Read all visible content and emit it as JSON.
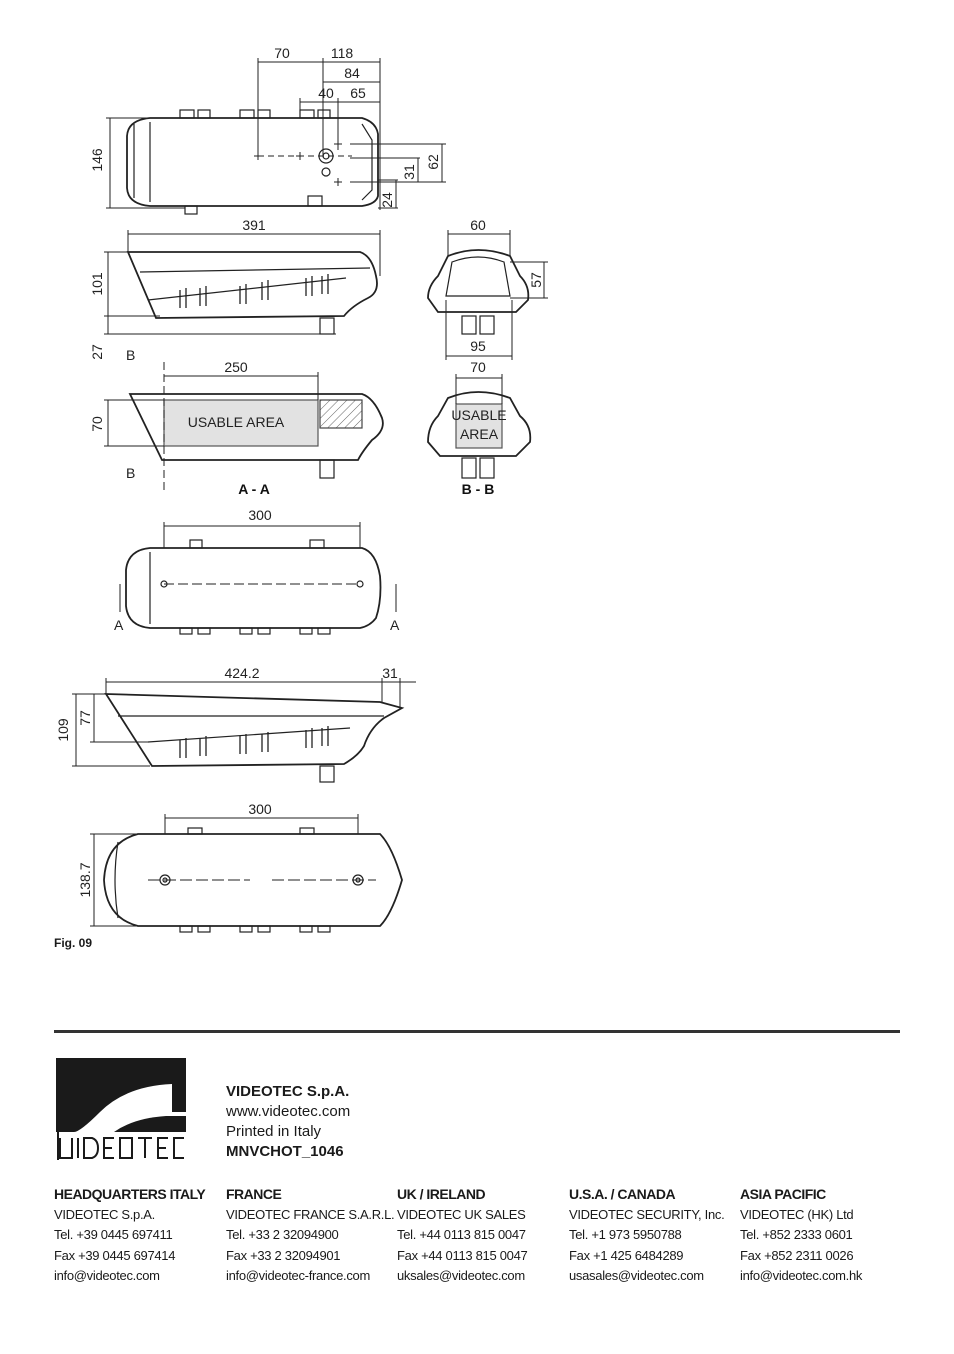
{
  "figure": {
    "caption": "Fig. 09",
    "dimensions": {
      "top_view": [
        "70",
        "118",
        "84",
        "40",
        "65",
        "146",
        "62",
        "31",
        "24"
      ],
      "side_view": [
        "391",
        "101",
        "27"
      ],
      "front_view": [
        "60",
        "57",
        "95"
      ],
      "section_aa": [
        "B",
        "250",
        "70",
        "B"
      ],
      "section_bb": [
        "70"
      ],
      "bottom_view": [
        "300",
        "A",
        "A"
      ],
      "side_view_2": [
        "424.2",
        "31",
        "109",
        "77"
      ],
      "top_view_2": [
        "300",
        "138.7"
      ]
    },
    "usable_area_aa": "USABLE AREA",
    "usable_area_bb_line1": "USABLE",
    "usable_area_bb_line2": "AREA",
    "section_labels": [
      "A - A",
      "B - B"
    ]
  },
  "company": {
    "logo_text": "VIDEOTEC",
    "name": "VIDEOTEC S.p.A.",
    "website": "www.videotec.com",
    "printed": "Printed in Italy",
    "code": "MNVCHOT_1046"
  },
  "offices": [
    {
      "region": "HEADQUARTERS ITALY",
      "name": "VIDEOTEC S.p.A.",
      "tel": "Tel. +39 0445 697411",
      "fax": "Fax +39 0445 697414",
      "email": "info@videotec.com"
    },
    {
      "region": "FRANCE",
      "name": "VIDEOTEC FRANCE S.A.R.L.",
      "tel": "Tel. +33 2 32094900",
      "fax": "Fax +33 2 32094901",
      "email": "info@videotec-france.com"
    },
    {
      "region": "UK / IRELAND",
      "name": "VIDEOTEC UK SALES",
      "tel": "Tel. +44 0113 815 0047",
      "fax": "Fax +44 0113 815 0047",
      "email": "uksales@videotec.com"
    },
    {
      "region": "U.S.A. / CANADA",
      "name": "VIDEOTEC SECURITY, Inc.",
      "tel": "Tel. +1 973 5950788",
      "fax": "Fax +1 425 6484289",
      "email": "usasales@videotec.com"
    },
    {
      "region": "ASIA PACIFIC",
      "name": "VIDEOTEC (HK) Ltd",
      "tel": "Tel. +852 2333 0601",
      "fax": "Fax +852 2311 0026",
      "email": "info@videotec.com.hk"
    }
  ]
}
